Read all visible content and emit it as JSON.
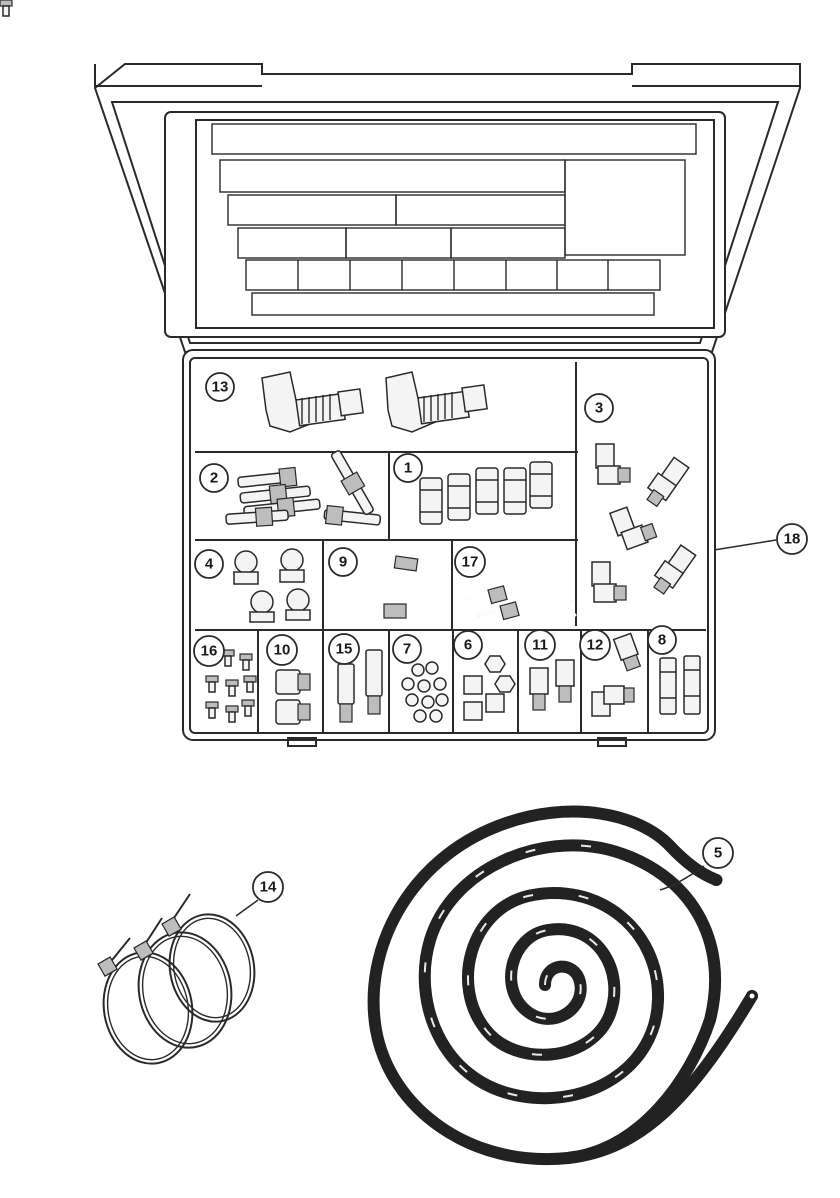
{
  "callouts": {
    "c1": "1",
    "c2": "2",
    "c3": "3",
    "c4": "4",
    "c5": "5",
    "c6": "6",
    "c7": "7",
    "c8": "8",
    "c9": "9",
    "c10": "10",
    "c11": "11",
    "c12": "12",
    "c13": "13",
    "c14": "14",
    "c15": "15",
    "c16": "16",
    "c17": "17",
    "c18": "18"
  },
  "colors": {
    "line": "#2a2a2a",
    "background": "#ffffff",
    "tubing": "#222222"
  }
}
